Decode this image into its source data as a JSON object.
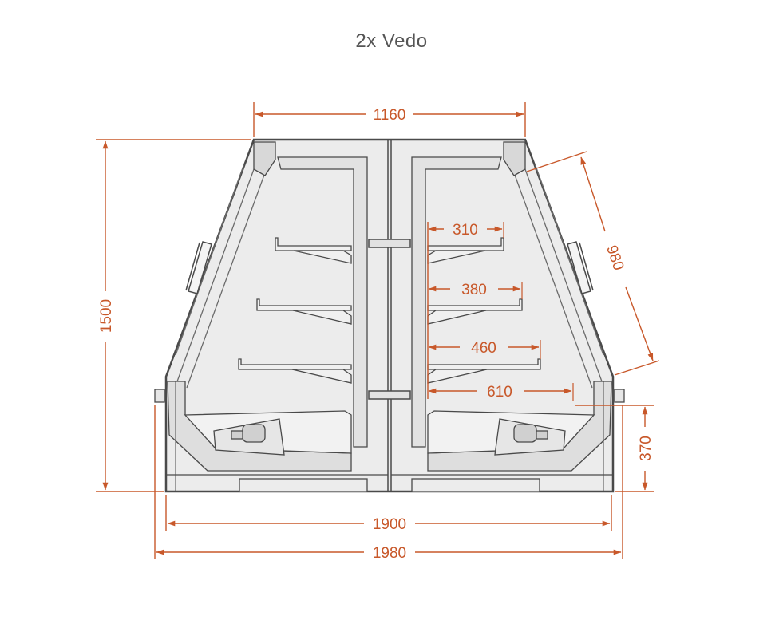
{
  "title": "2x Vedo",
  "colors": {
    "dimension": "#c8582a",
    "outline": "#4a4a4a",
    "body_fill": "#e9e9e9",
    "light_fill": "#f4f4f4",
    "shade_fill": "#d8d8d8",
    "background": "#ffffff"
  },
  "dimensions": {
    "top_width": "1160",
    "height": "1500",
    "glass_length": "980",
    "shelf_1": "310",
    "shelf_2": "380",
    "shelf_3": "460",
    "base_depth": "610",
    "base_height": "370",
    "inner_width": "1900",
    "total_width": "1980"
  }
}
